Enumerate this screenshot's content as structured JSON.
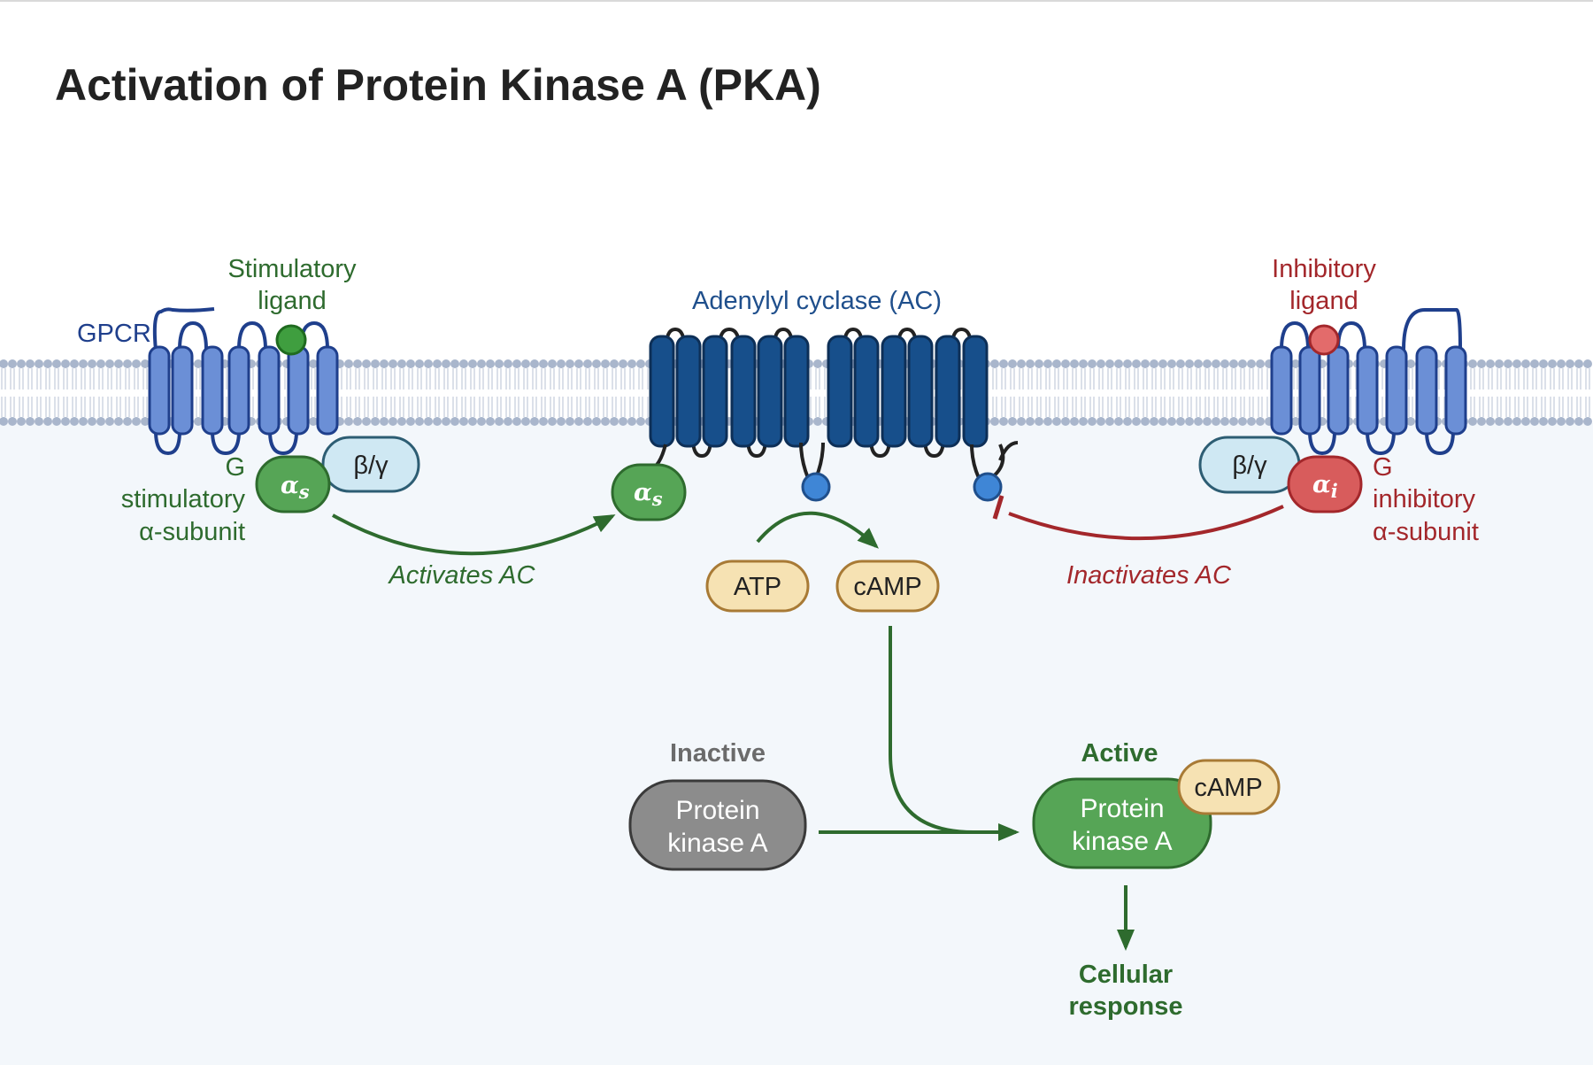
{
  "title": "Activation of Protein Kinase A (PKA)",
  "colors": {
    "stimulatory": "#2e6b2e",
    "inhibitory": "#a3272b",
    "membrane_protein": "#6b8fd6",
    "adenylyl_cyclase": "#174f8b",
    "inactive_pka": "#8c8c8c",
    "active_pka": "#56a556",
    "camp_fill": "#f6e2b3",
    "cytoplasm": "#f3f7fb"
  },
  "labels": {
    "gpcr": "GPCR",
    "stim_ligand_1": "Stimulatory",
    "stim_ligand_2": "ligand",
    "inhib_ligand_1": "Inhibitory",
    "inhib_ligand_2": "ligand",
    "adenylyl_cyclase": "Adenylyl cyclase (AC)",
    "gs_1": "G",
    "gs_2": "stimulatory",
    "gs_3": "α-subunit",
    "gi_1": "G",
    "gi_2": "inhibitory",
    "gi_3": "α-subunit",
    "beta_gamma": "β/γ",
    "alpha_s": "α",
    "alpha_s_sub": "s",
    "alpha_i": "α",
    "alpha_i_sub": "i",
    "activates_ac": "Activates AC",
    "inactivates_ac": "Inactivates AC",
    "atp": "ATP",
    "camp": "cAMP",
    "inactive": "Inactive",
    "active": "Active",
    "pka_1": "Protein",
    "pka_2": "kinase A",
    "response_1": "Cellular",
    "response_2": "response"
  }
}
